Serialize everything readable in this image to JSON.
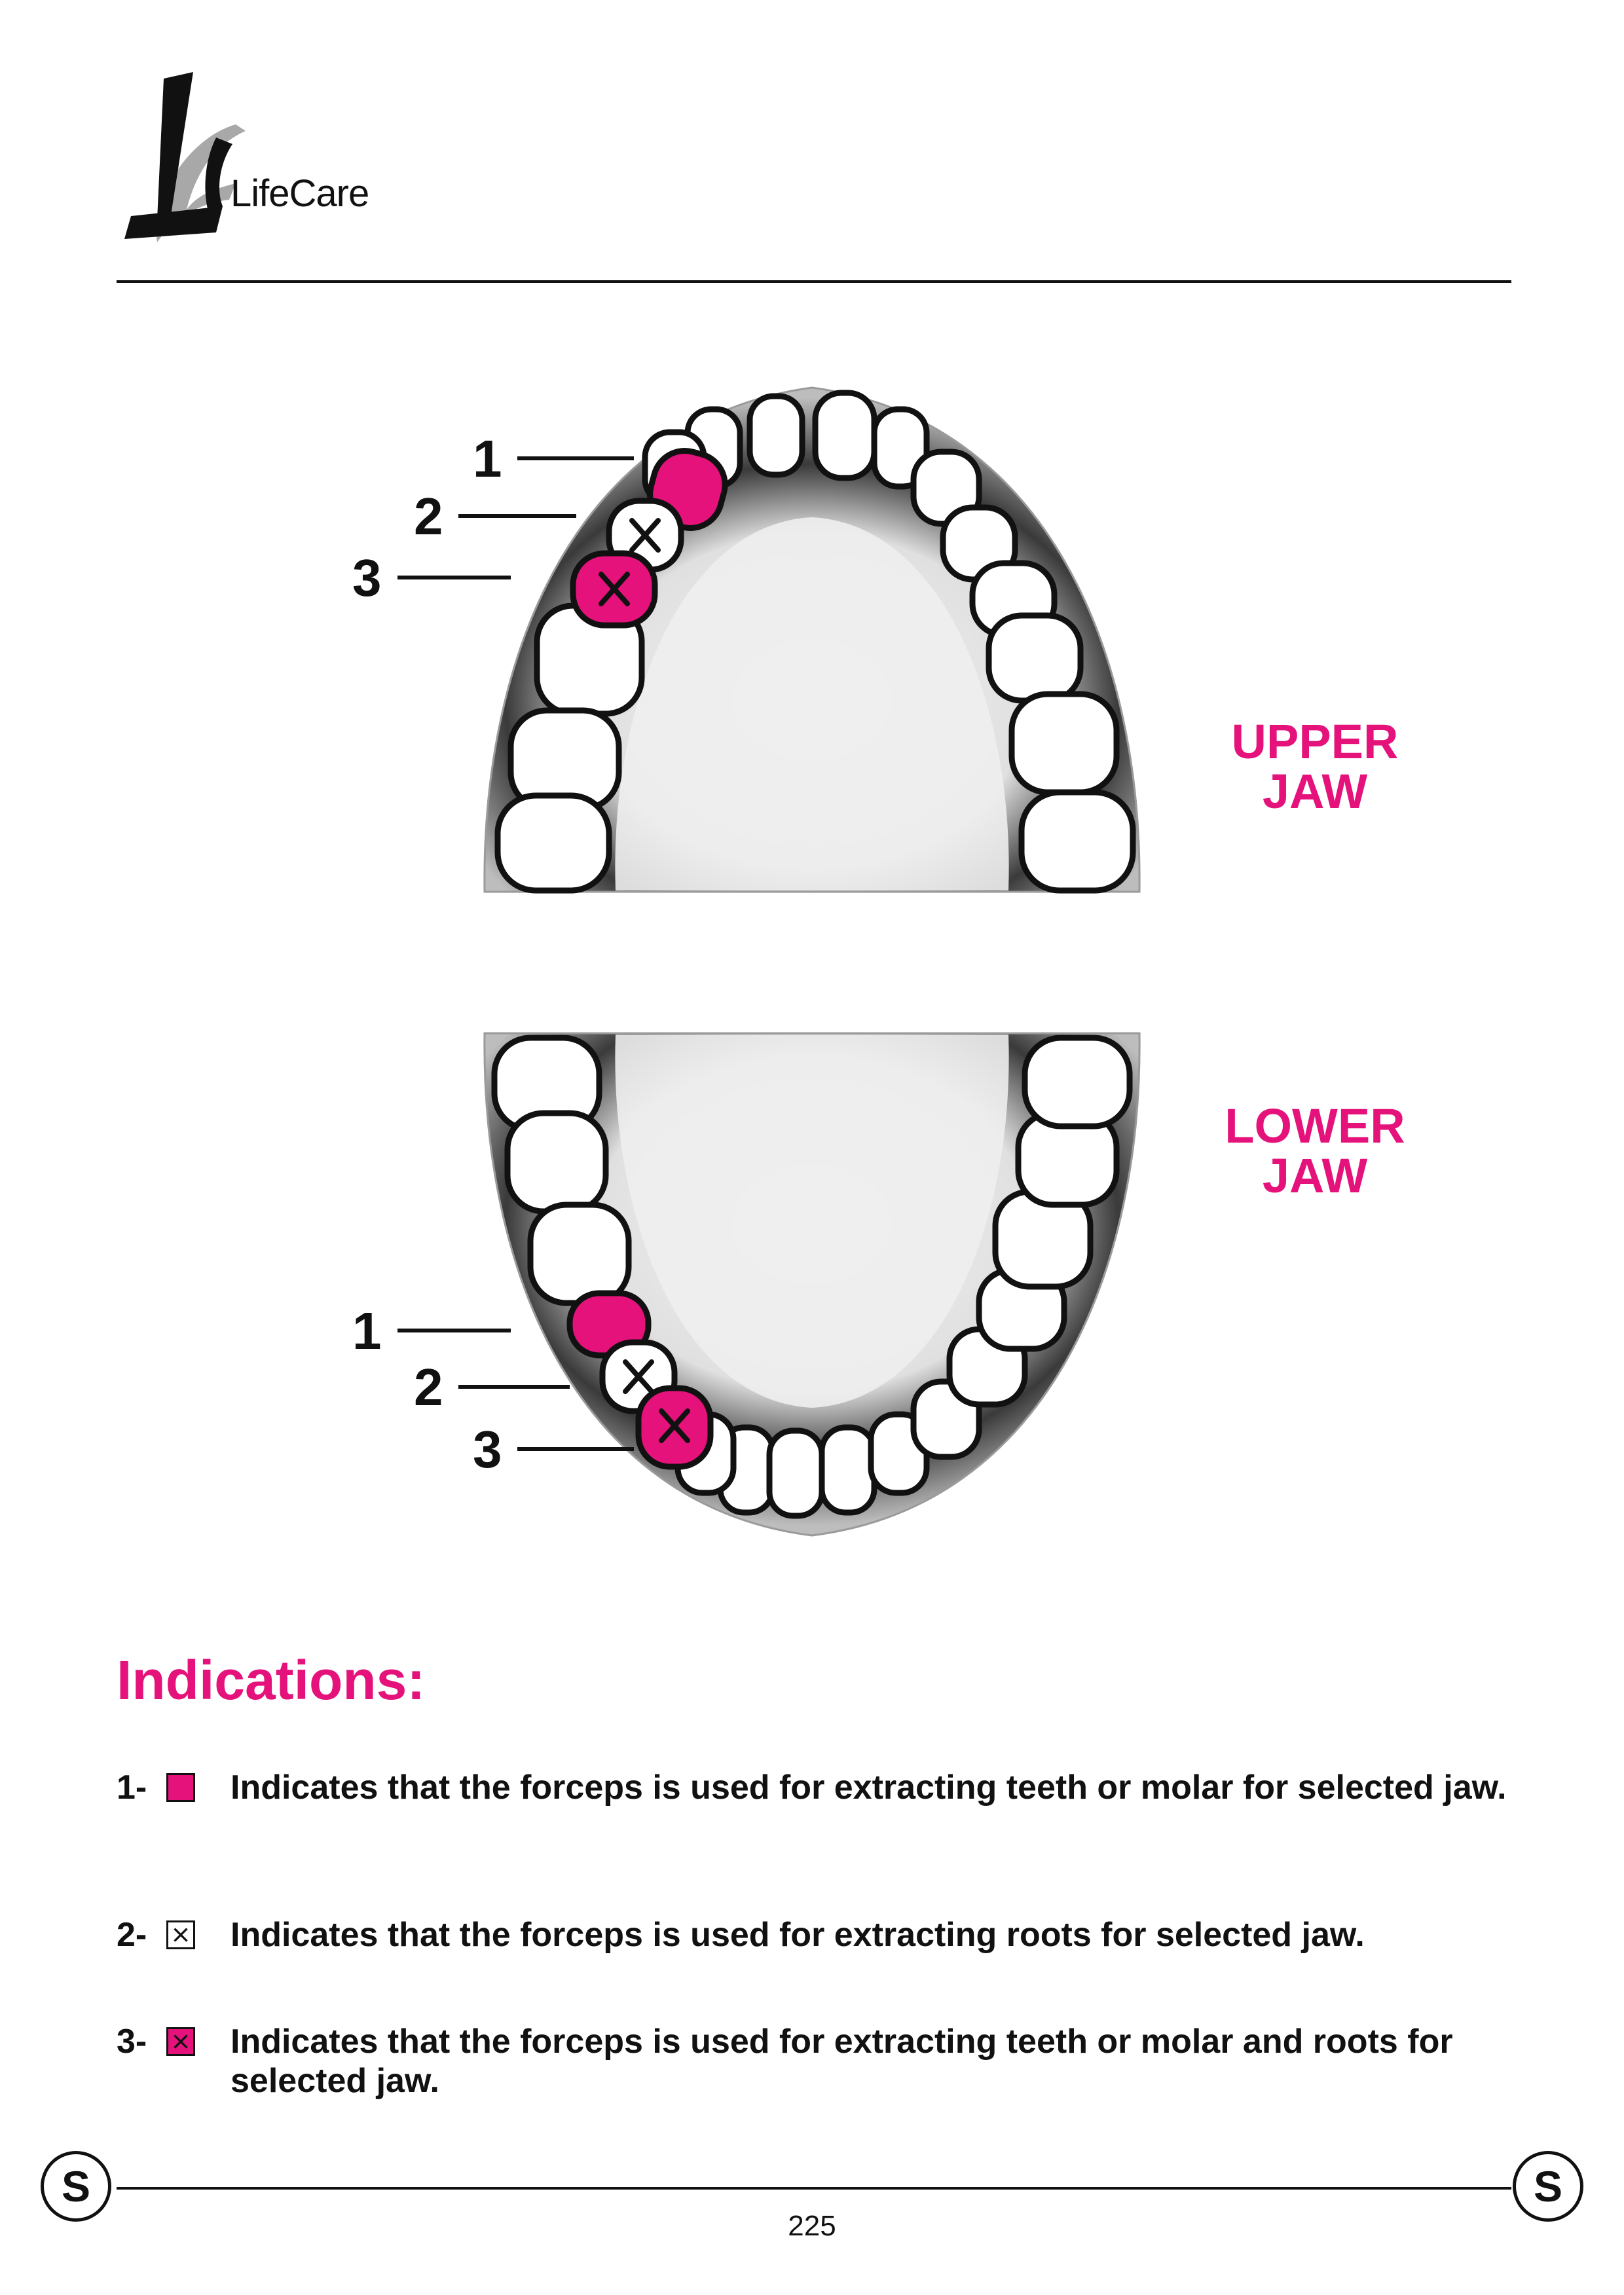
{
  "header": {
    "logo_text": "LifeCare",
    "logo_icon": "lifecare-lc-logo"
  },
  "diagram": {
    "upper_jaw_label": [
      "UPPER",
      "JAW"
    ],
    "lower_jaw_label": [
      "LOWER",
      "JAW"
    ],
    "upper_callouts": [
      "1",
      "2",
      "3"
    ],
    "lower_callouts": [
      "1",
      "2",
      "3"
    ]
  },
  "colors": {
    "accent": "#e4127a",
    "ink": "#111111"
  },
  "indications": {
    "title": "Indications:",
    "items": [
      {
        "num": "1-",
        "icon": "filled-square-icon",
        "text": "Indicates that the forceps is used for extracting teeth or molar for selected jaw."
      },
      {
        "num": "2-",
        "icon": "crossed-square-icon",
        "text": "Indicates that the forceps is used for extracting roots for selected jaw."
      },
      {
        "num": "3-",
        "icon": "crossed-filled-square-icon",
        "text": "Indicates that the forceps is used for extracting teeth or molar and roots for selected jaw."
      }
    ]
  },
  "footer": {
    "left_badge": "S",
    "right_badge": "S",
    "page_number": "225"
  }
}
